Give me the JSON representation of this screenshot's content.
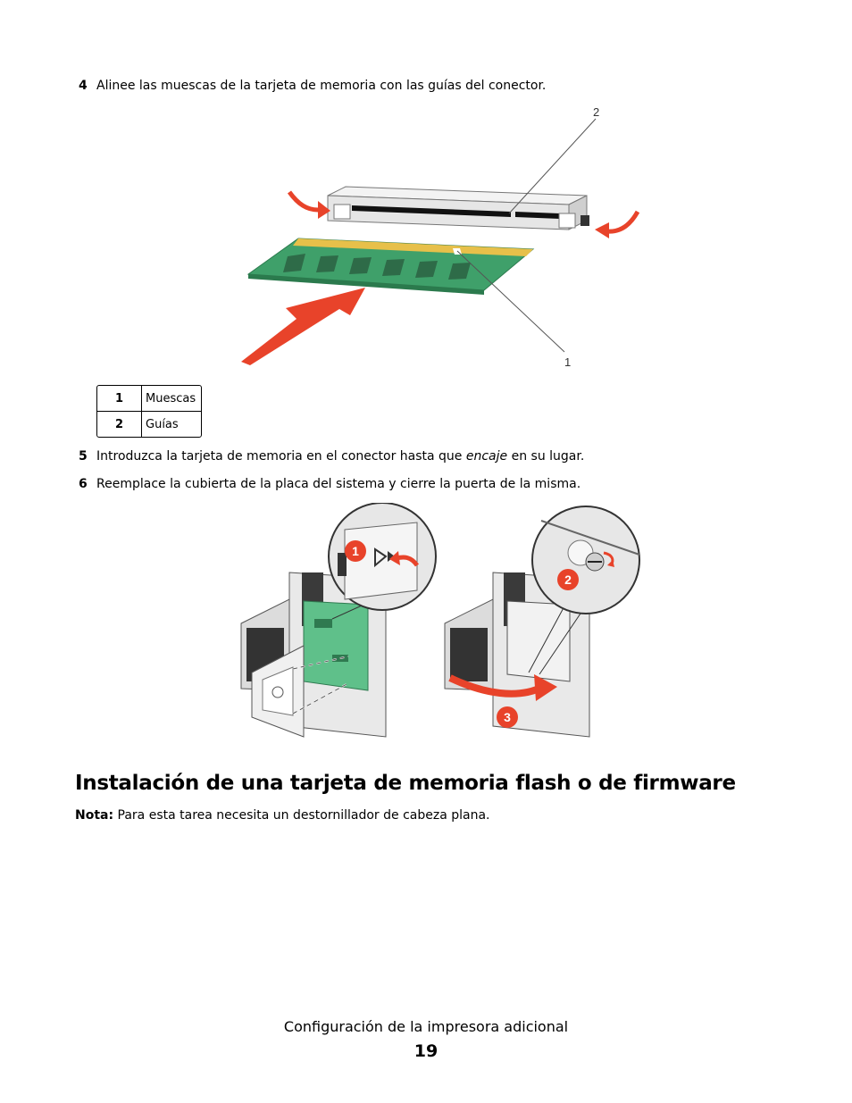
{
  "steps": [
    {
      "number": "4",
      "text": "Alinee las muescas de la tarjeta de memoria con las guías del conector."
    },
    {
      "number": "5",
      "text_before": "Introduzca la tarjeta de memoria en el conector hasta que ",
      "text_emphasis": "encaje",
      "text_after": " en su lugar."
    },
    {
      "number": "6",
      "text": "Reemplace la cubierta de la placa del sistema y cierre la puerta de la misma."
    }
  ],
  "figure1": {
    "callouts": [
      "1",
      "2"
    ],
    "colors": {
      "board": "#3fa06a",
      "arrow": "#e8432a",
      "strip": "#e7c04a"
    }
  },
  "legend": [
    {
      "key": "1",
      "value": "Muescas"
    },
    {
      "key": "2",
      "value": "Guías"
    }
  ],
  "figure2": {
    "callouts": [
      "1",
      "2",
      "3"
    ],
    "colors": {
      "callout": "#e8432a",
      "board": "#5fc08a"
    }
  },
  "section": {
    "title": "Instalación de una tarjeta de memoria flash o de firmware",
    "note_label": "Nota:",
    "note_text": " Para esta tarea necesita un destornillador de cabeza plana."
  },
  "footer": {
    "title": "Configuración de la impresora adicional",
    "page": "19"
  }
}
